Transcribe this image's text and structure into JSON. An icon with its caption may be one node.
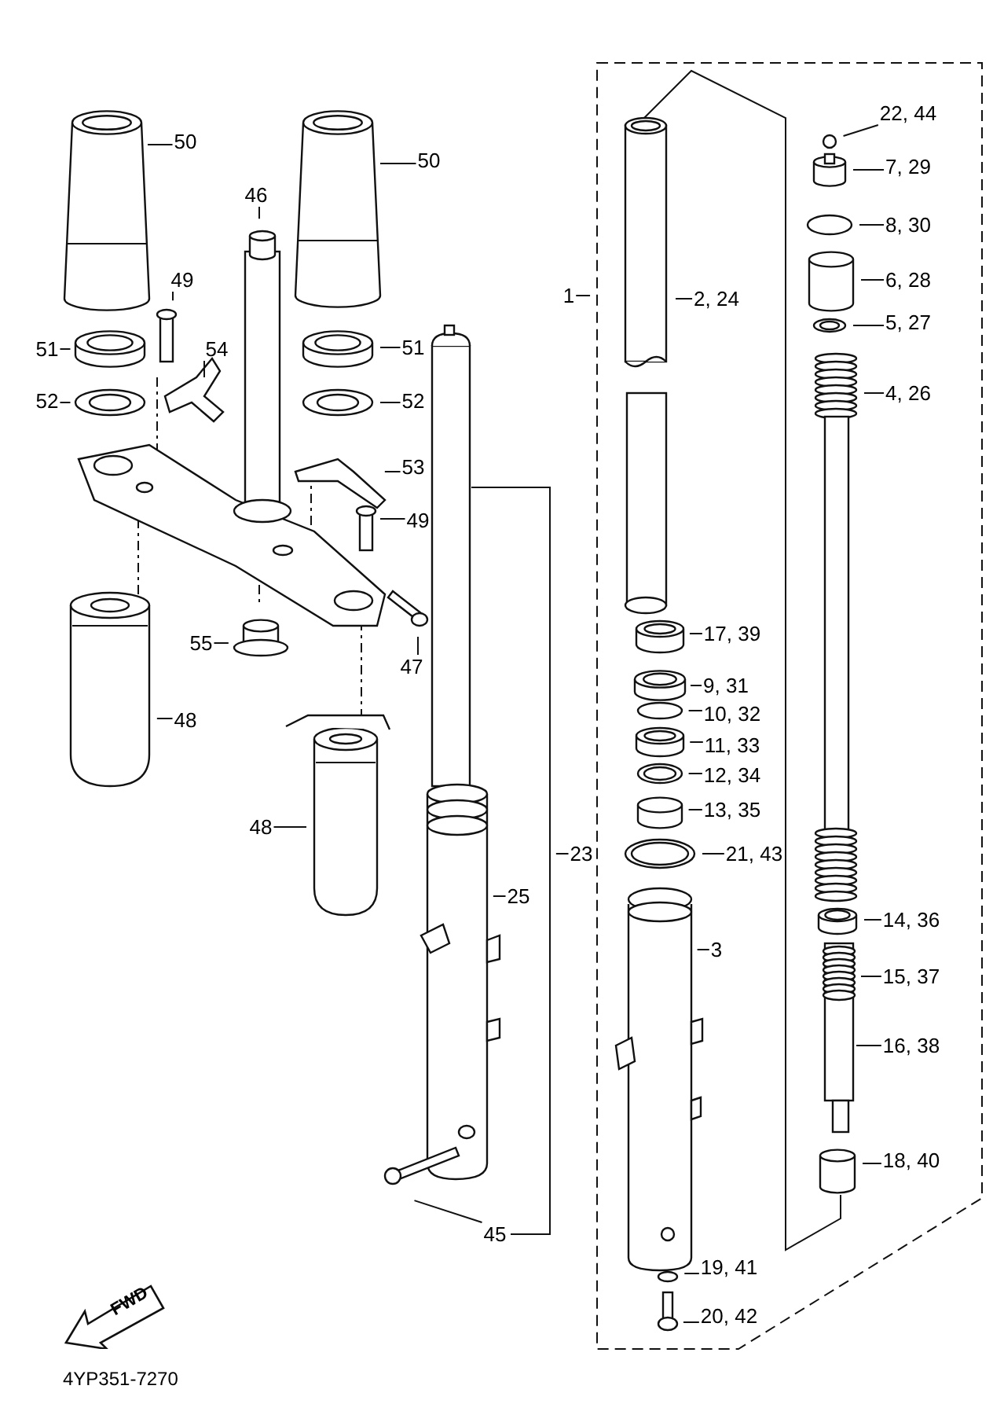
{
  "diagram": {
    "nodes": [
      {
        "text": [
          "50"
        ]
      },
      {
        "text": [
          "50"
        ]
      },
      {
        "text": [
          "46"
        ]
      },
      {
        "text": [
          "49"
        ]
      },
      {
        "text": [
          "1"
        ]
      },
      {
        "text": [
          "2, 24"
        ]
      },
      {
        "text": [
          "22, 44"
        ]
      },
      {
        "text": [
          "7, 29"
        ]
      },
      {
        "text": [
          "8, 30"
        ]
      },
      {
        "text": [
          "6, 28"
        ]
      },
      {
        "text": [
          "5, 27"
        ]
      },
      {
        "text": [
          "4, 26"
        ]
      },
      {
        "text": [
          "51"
        ]
      },
      {
        "text": [
          "54"
        ]
      },
      {
        "text": [
          "51"
        ]
      },
      {
        "text": [
          "52"
        ]
      },
      {
        "text": [
          "52"
        ]
      },
      {
        "text": [
          "53"
        ]
      },
      {
        "text": [
          "49"
        ]
      },
      {
        "text": [
          "55"
        ]
      },
      {
        "text": [
          "47"
        ]
      },
      {
        "text": [
          "17, 39"
        ]
      },
      {
        "text": [
          "9, 31"
        ]
      },
      {
        "text": [
          "10, 32"
        ]
      },
      {
        "text": [
          "11, 33"
        ]
      },
      {
        "text": [
          "12, 34"
        ]
      },
      {
        "text": [
          "13, 35"
        ]
      },
      {
        "text": [
          "21, 43"
        ]
      },
      {
        "text": [
          "48"
        ]
      },
      {
        "text": [
          "48"
        ]
      },
      {
        "text": [
          "23"
        ]
      },
      {
        "text": [
          "25"
        ]
      },
      {
        "text": [
          "14, 36"
        ]
      },
      {
        "text": [
          "3"
        ]
      },
      {
        "text": [
          "15, 37"
        ]
      },
      {
        "text": [
          "16, 38"
        ]
      },
      {
        "text": [
          "18, 40"
        ]
      },
      {
        "text": [
          "45"
        ]
      },
      {
        "text": [
          "19, 41"
        ]
      },
      {
        "text": [
          "20, 42"
        ]
      },
      {
        "text": [
          "FWD"
        ]
      }
    ],
    "edges": [
      {
        "from": 0,
        "to": null,
        "arrow": "none"
      },
      {
        "from": 1,
        "to": null,
        "arrow": "none"
      },
      {
        "from": 2,
        "to": null,
        "arrow": "none"
      },
      {
        "from": 3,
        "to": null,
        "arrow": "none"
      },
      {
        "from": 4,
        "to": null,
        "arrow": "none"
      },
      {
        "from": 5,
        "to": null,
        "arrow": "none"
      },
      {
        "from": 6,
        "to": null,
        "arrow": "none"
      },
      {
        "from": 7,
        "to": null,
        "arrow": "none"
      },
      {
        "from": 8,
        "to": null,
        "arrow": "none"
      },
      {
        "from": 9,
        "to": null,
        "arrow": "none"
      },
      {
        "from": 10,
        "to": null,
        "arrow": "none"
      },
      {
        "from": 11,
        "to": null,
        "arrow": "none"
      },
      {
        "from": 12,
        "to": null,
        "arrow": "none"
      },
      {
        "from": 13,
        "to": null,
        "arrow": "none"
      },
      {
        "from": 14,
        "to": null,
        "arrow": "none"
      },
      {
        "from": 15,
        "to": null,
        "arrow": "none"
      },
      {
        "from": 16,
        "to": null,
        "arrow": "none"
      },
      {
        "from": 17,
        "to": null,
        "arrow": "none"
      },
      {
        "from": 18,
        "to": null,
        "arrow": "none"
      },
      {
        "from": 19,
        "to": null,
        "arrow": "none"
      },
      {
        "from": 20,
        "to": null,
        "arrow": "none"
      },
      {
        "from": 21,
        "to": null,
        "arrow": "none"
      },
      {
        "from": 22,
        "to": null,
        "arrow": "none"
      },
      {
        "from": 23,
        "to": null,
        "arrow": "none"
      },
      {
        "from": 24,
        "to": null,
        "arrow": "none"
      },
      {
        "from": 25,
        "to": null,
        "arrow": "none"
      },
      {
        "from": 26,
        "to": null,
        "arrow": "none"
      },
      {
        "from": 27,
        "to": null,
        "arrow": "none"
      },
      {
        "from": 28,
        "to": null,
        "arrow": "none"
      },
      {
        "from": 29,
        "to": null,
        "arrow": "none"
      },
      {
        "from": 30,
        "to": null,
        "arrow": "none"
      },
      {
        "from": 31,
        "to": null,
        "arrow": "none"
      },
      {
        "from": 32,
        "to": null,
        "arrow": "none"
      },
      {
        "from": 33,
        "to": null,
        "arrow": "none"
      },
      {
        "from": 34,
        "to": null,
        "arrow": "none"
      },
      {
        "from": 35,
        "to": null,
        "arrow": "none"
      },
      {
        "from": 36,
        "to": null,
        "arrow": "none"
      },
      {
        "from": 37,
        "to": null,
        "arrow": "none"
      },
      {
        "from": 38,
        "to": null,
        "arrow": "none"
      },
      {
        "from": 39,
        "to": null,
        "arrow": "none"
      }
    ],
    "labels": [
      "4YP351-7270"
    ]
  }
}
